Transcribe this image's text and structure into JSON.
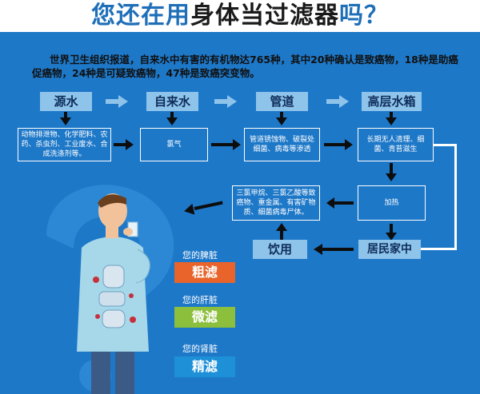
{
  "title": {
    "part1": "您还在用",
    "part2": "身体当过滤器",
    "part3": "吗？"
  },
  "intro": "世界卫生组织报道，自来水中有害的有机物达765种，其中20种确认是致癌物，18种是助癌促癌物，24种是可疑致癌物，47种是致癌突变物。",
  "headers": [
    "源水",
    "自来水",
    "管道",
    "高层水箱"
  ],
  "boxes": {
    "source": "动物排泄物、化学肥料、农药、杀虫剂、工业废水、合成洗涤剂等。",
    "tap": "氯气",
    "pipe": "管道锈蚀物、破裂处细菌、病毒等渗透",
    "tank": "长期无人清理、细菌、青苔滋生",
    "heat": "加热",
    "chem": "三氯甲烷、三氯乙酸等致癌物、重金属、有害矿物质、细菌病毒尸体。"
  },
  "steps": {
    "home": "居民家中",
    "drink": "饮用"
  },
  "organs": [
    {
      "label": "您的脾脏",
      "filter": "粗滤",
      "color": "#e8642a"
    },
    {
      "label": "您的肝脏",
      "filter": "微滤",
      "color": "#8cbf3c"
    },
    {
      "label": "您的肾脏",
      "filter": "精滤",
      "color": "#1e90d8"
    }
  ]
}
